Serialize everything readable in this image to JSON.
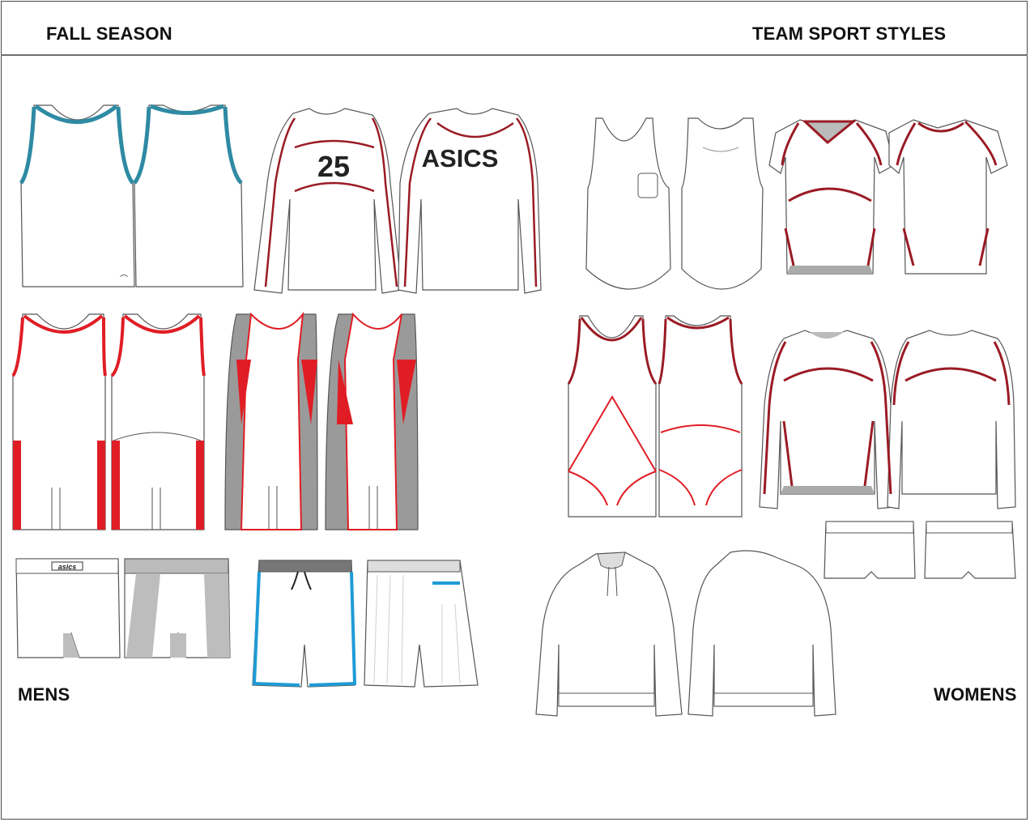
{
  "header": {
    "left_title": "FALL SEASON",
    "right_title": "TEAM SPORT STYLES"
  },
  "sections": {
    "mens": "MENS",
    "womens": "WOMENS"
  },
  "jersey": {
    "number": "25",
    "back_text": "ASICS"
  },
  "shorts": {
    "waistband_logo": "asics"
  },
  "colors": {
    "teal": "#2f8aa3",
    "red": "#e01d25",
    "maroon": "#9a1b24",
    "gray": "#9a9a9a",
    "blue": "#1f9bd6",
    "outline": "#555555"
  }
}
